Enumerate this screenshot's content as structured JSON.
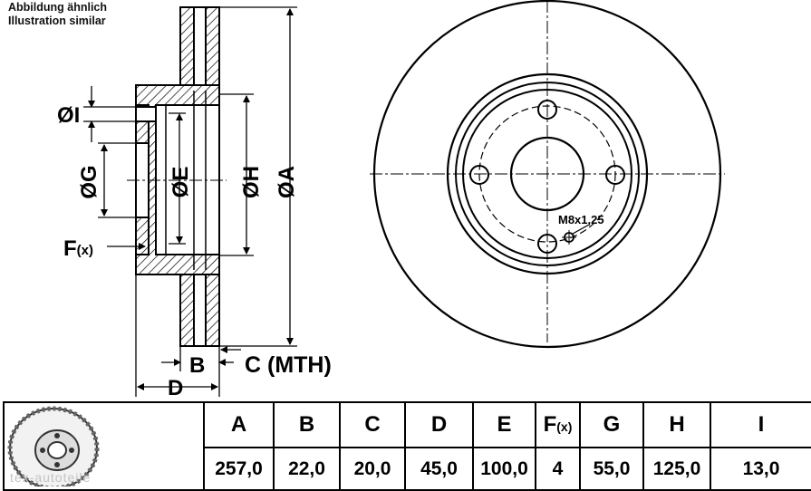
{
  "notes": {
    "line1": "Abbildung ähnlich",
    "line2": "Illustration similar"
  },
  "labels": {
    "dim_i": "ØI",
    "dim_g": "ØG",
    "dim_e": "ØE",
    "dim_h": "ØH",
    "dim_a": "ØA",
    "f_main": "F",
    "f_sub": "(x)",
    "b": "B",
    "c_mth": "C (MTH)",
    "d": "D",
    "thread": "M8x1,25"
  },
  "table": {
    "headers": [
      "A",
      "B",
      "C",
      "D",
      "E",
      "F",
      "G",
      "H",
      "I"
    ],
    "f_sub": "(x)",
    "values": [
      "257,0",
      "22,0",
      "20,0",
      "45,0",
      "100,0",
      "4",
      "55,0",
      "125,0",
      "13,0"
    ]
  },
  "watermark": "tex-autoteile",
  "colors": {
    "line": "#000000",
    "background": "#ffffff",
    "watermark": "#c4c4c4"
  },
  "icons": [
    "brake-disc-thumbnail-icon"
  ]
}
